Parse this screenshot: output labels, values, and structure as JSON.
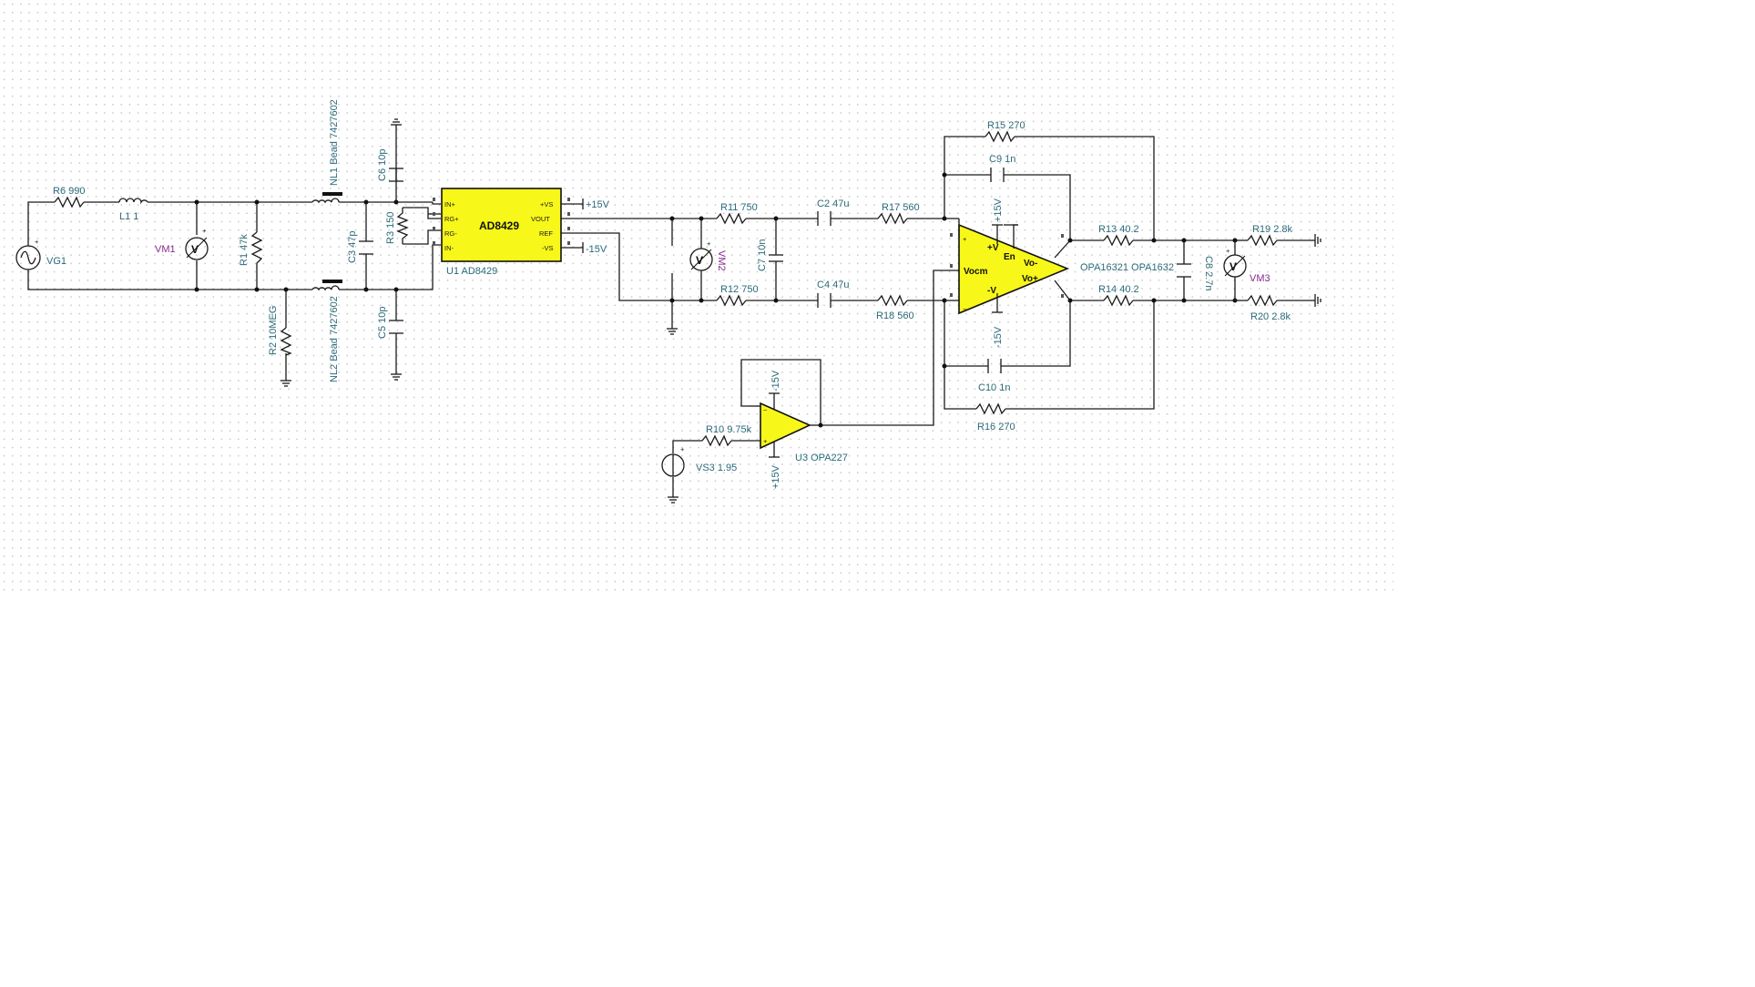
{
  "colors": {
    "wire": "#1a1a1a",
    "label": "#2a6a7a",
    "chip_fill": "#f7f71a",
    "meter_label": "#8a2b8f",
    "grid_dot": "#c4c4c4"
  },
  "components": {
    "VG1": "VG1",
    "R6": "R6 990",
    "L1": "L1 1",
    "VM1": "VM1",
    "R1": "R1 47k",
    "R2": "R2 10MEG",
    "NL1": "NL1 Bead 7427602",
    "NL2": "NL2 Bead 7427602",
    "C6": "C6 10p",
    "C3": "C3 47p",
    "C5": "C5 10p",
    "R3": "R3 150",
    "U1_name": "AD8429",
    "U1_ref": "U1 AD8429",
    "U1_pins": {
      "in_p": "IN+",
      "rg_p": "RG+",
      "rg_m": "RG-",
      "in_m": "IN-",
      "vs_p": "+VS",
      "vout": "VOUT",
      "ref": "REF",
      "vs_m": "-VS"
    },
    "rail_pos": "+15V",
    "rail_neg": "-15V",
    "R11": "R11 750",
    "R12": "R12 750",
    "VM2": "VM2",
    "C7": "C7 10n",
    "C2": "C2 47u",
    "C4": "C4 47u",
    "R17": "R17 560",
    "R18": "R18 560",
    "R15": "R15 270",
    "C9": "C9 1n",
    "C10": "C10 1n",
    "R16": "R16 270",
    "U2_ref": "OPA16321 OPA1632",
    "U2_pins": {
      "vocm": "Vocm",
      "vp": "+V",
      "en": "En",
      "vom": "Vo-",
      "vop": "Vo+",
      "vm": "-V"
    },
    "R13": "R13 40.2",
    "R14": "R14 40.2",
    "C8": "C8 2.7n",
    "VM3": "VM3",
    "R19": "R19 2.8k",
    "R20": "R20 2.8k",
    "R10": "R10 9.75k",
    "VS3": "VS3 1.95",
    "U3_ref": "U3 OPA227",
    "meter_symbol": "V"
  }
}
